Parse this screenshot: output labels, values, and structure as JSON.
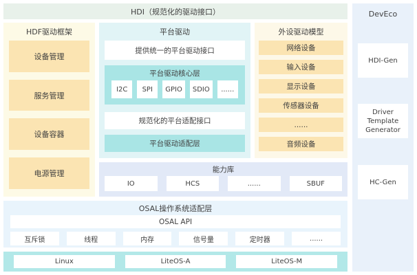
{
  "banner": {
    "title": "HDI（规范化的驱动接口）"
  },
  "hdf_framework": {
    "title": "HDF驱动框架",
    "items": [
      "设备管理",
      "服务管理",
      "设备容器",
      "电源管理"
    ]
  },
  "platform_driver": {
    "title": "平台驱动",
    "unified_api": "提供统一的平台驱动接口",
    "core_layer": {
      "title": "平台驱动核心层",
      "chips": [
        "I2C",
        "SPI",
        "GPIO",
        "SDIO",
        "......"
      ]
    },
    "adapter_api": "规范化的平台适配接口",
    "adapter_layer": "平台驱动适配层"
  },
  "peripheral_models": {
    "title": "外设驱动模型",
    "items": [
      "网络设备",
      "输入设备",
      "显示设备",
      "传感器设备",
      "......",
      "音频设备"
    ]
  },
  "capability_lib": {
    "title": "能力库",
    "chips": [
      "IO",
      "HCS",
      "......",
      "SBUF"
    ]
  },
  "osal": {
    "title": "OSAL操作系统适配层",
    "api": "OSAL API",
    "chips": [
      "互斥锁",
      "线程",
      "内存",
      "信号量",
      "定时器",
      "......"
    ]
  },
  "os_row": {
    "items": [
      "Linux",
      "LiteOS-A",
      "LiteOS-M"
    ]
  },
  "deveco": {
    "title": "DevEco",
    "tools": [
      "HDI-Gen",
      "Driver Template Generator",
      "HC-Gen"
    ]
  },
  "colors": {
    "banner": "#e8f1ea",
    "hdf_bg": "#fdfae6",
    "orange_item": "#fbe4b2",
    "platform_bg": "#e1f4f6",
    "teal_box": "#a9e5e5",
    "peripheral_bg": "#fdf8e8",
    "capability_bg": "#e2e9f7",
    "osal_bg": "#e9f4fc",
    "os_row_bg": "#b2e8e8",
    "deveco_bg": "#e9f1fa"
  }
}
